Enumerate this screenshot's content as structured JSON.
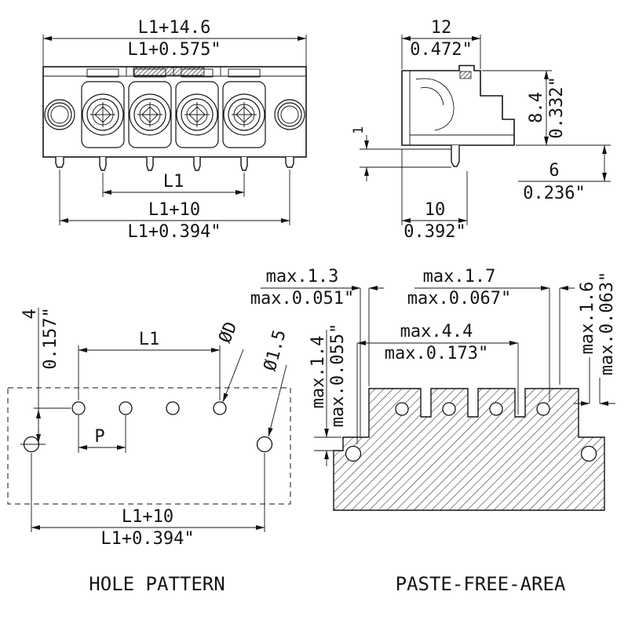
{
  "front_view": {
    "dim_overall_mm": "L1+14.6",
    "dim_overall_in": "L1+0.575\"",
    "dim_pitch_total": "L1",
    "dim_mount_mm": "L1+10",
    "dim_mount_in": "L1+0.394\""
  },
  "side_view": {
    "dim_width_mm": "12",
    "dim_width_in": "0.472\"",
    "dim_height_mm": "8.4",
    "dim_height_in": "0.332\"",
    "dim_pin_mm": "1",
    "dim_offset_mm": "6",
    "dim_offset_in": "0.236\"",
    "dim_depth_mm": "10",
    "dim_depth_in": "0.392\""
  },
  "hole_pattern": {
    "caption": "HOLE PATTERN",
    "dim_row_offset_mm": "4",
    "dim_row_offset_in": "0.157\"",
    "dim_pitch_total": "L1",
    "dim_hole_dia": "ØD",
    "dim_mount_hole_dia": "Ø1.5",
    "dim_pitch": "P",
    "dim_mount_mm": "L1+10",
    "dim_mount_in": "L1+0.394\""
  },
  "paste_free_area": {
    "caption": "PASTE-FREE-AREA",
    "dim_1_mm": "max.1.3",
    "dim_1_in": "max.0.051\"",
    "dim_2_mm": "max.1.7",
    "dim_2_in": "max.0.067\"",
    "dim_3_mm": "max.1.6",
    "dim_3_in": "max.0.063\"",
    "dim_4_mm": "max.4.4",
    "dim_4_in": "max.0.173\"",
    "dim_5_mm": "max.1.4",
    "dim_5_in": "max.0.055\""
  }
}
